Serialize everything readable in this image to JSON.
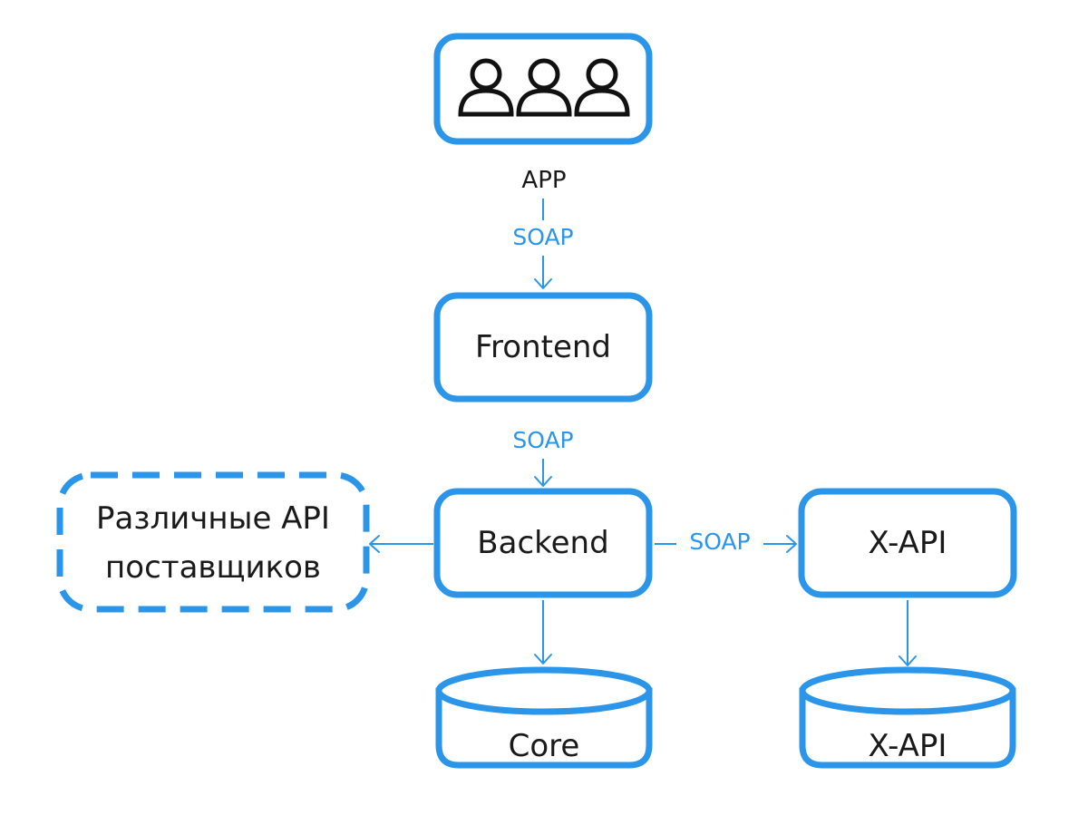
{
  "diagram": {
    "app": {
      "label": "APP",
      "icon": "users-group-icon"
    },
    "frontend": {
      "label": "Frontend"
    },
    "backend": {
      "label": "Backend"
    },
    "vendors": {
      "line1": "Различные API",
      "line2": "поставщиков"
    },
    "xapi_service": {
      "label": "X-API"
    },
    "core_db": {
      "label": "Core"
    },
    "xapi_db": {
      "label": "X-API"
    },
    "edges": {
      "app_frontend": "SOAP",
      "frontend_backend": "SOAP",
      "backend_xapi": "SOAP"
    },
    "colors": {
      "accent": "#2b95ea",
      "text": "#1a1a1a"
    }
  }
}
